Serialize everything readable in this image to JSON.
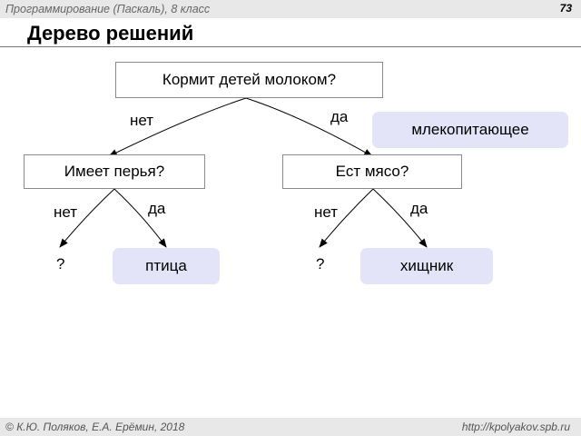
{
  "header": {
    "course": "Программирование (Паскаль), 8 класс",
    "page_number": "73"
  },
  "title": "Дерево решений",
  "tree": {
    "root": "Кормит детей молоком?",
    "left_question": "Имеет перья?",
    "right_question": "Ест мясо?",
    "results": {
      "mammal": "млекопитающее",
      "bird": "птица",
      "predator": "хищник"
    },
    "unknown": "?",
    "labels": {
      "no": "нет",
      "yes": "да"
    }
  },
  "footer": {
    "copyright": "К.Ю. Поляков, Е.А. Ерёмин, 2018",
    "url": "http://kpolyakov.spb.ru"
  },
  "colors": {
    "result_fill": "#e4e4f8",
    "line": "#000000",
    "box_border": "#8a8a8a",
    "bar": "#e8e8e8"
  }
}
